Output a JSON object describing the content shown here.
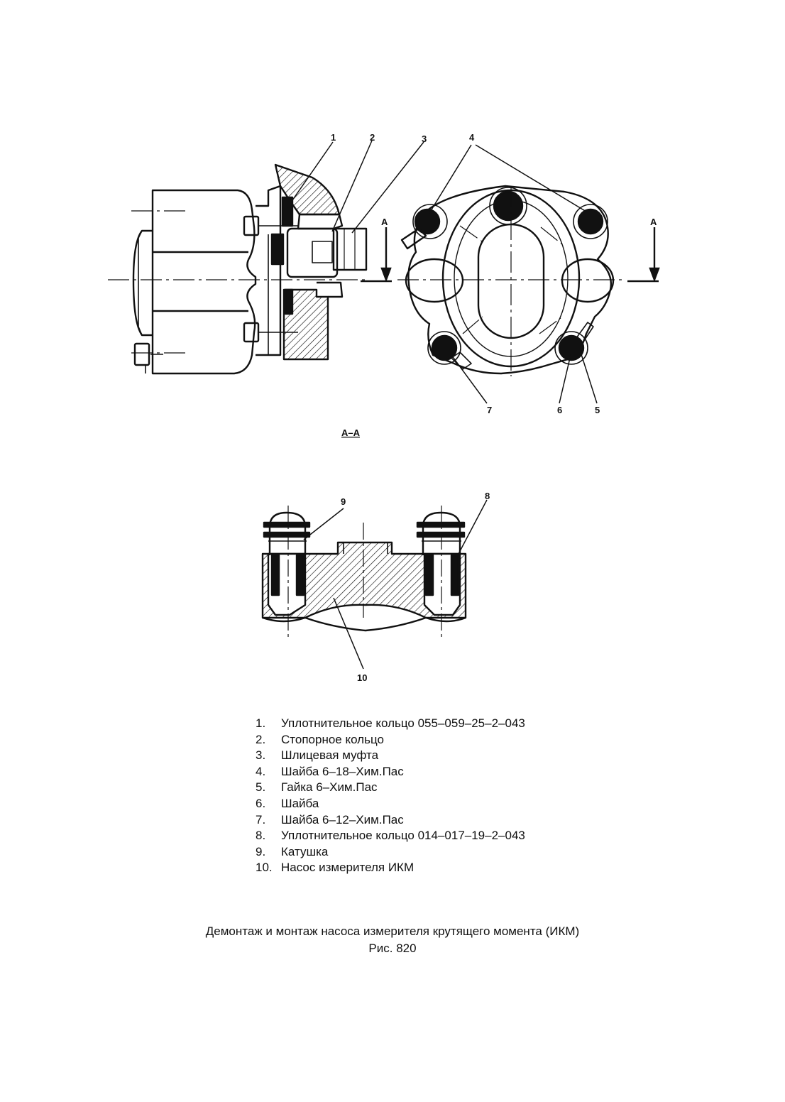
{
  "callouts": {
    "c1": "1",
    "c2": "2",
    "c3": "3",
    "c4": "4",
    "c5": "5",
    "c6": "6",
    "c7": "7",
    "c8": "8",
    "c9": "9",
    "c10": "10"
  },
  "section_marks": {
    "left": "А",
    "right": "А"
  },
  "section_title": "А–А",
  "legend": [
    {
      "num": "1.",
      "text": "Уплотнительное кольцо 055–059–25–2–043"
    },
    {
      "num": "2.",
      "text": "Стопорное кольцо"
    },
    {
      "num": "3.",
      "text": "Шлицевая муфта"
    },
    {
      "num": "4.",
      "text": "Шайба 6–18–Хим.Пас"
    },
    {
      "num": "5.",
      "text": "Гайка 6–Хим.Пас"
    },
    {
      "num": "6.",
      "text": "Шайба"
    },
    {
      "num": "7.",
      "text": "Шайба 6–12–Хим.Пас"
    },
    {
      "num": "8.",
      "text": "Уплотнительное кольцо 014–017–19–2–043"
    },
    {
      "num": "9.",
      "text": "Катушка"
    },
    {
      "num": "10.",
      "text": "Насос измерителя ИКМ"
    }
  ],
  "caption": {
    "title": "Демонтаж и монтаж насоса измерителя крутящего момента (ИКМ)",
    "figure": "Рис. 820"
  }
}
